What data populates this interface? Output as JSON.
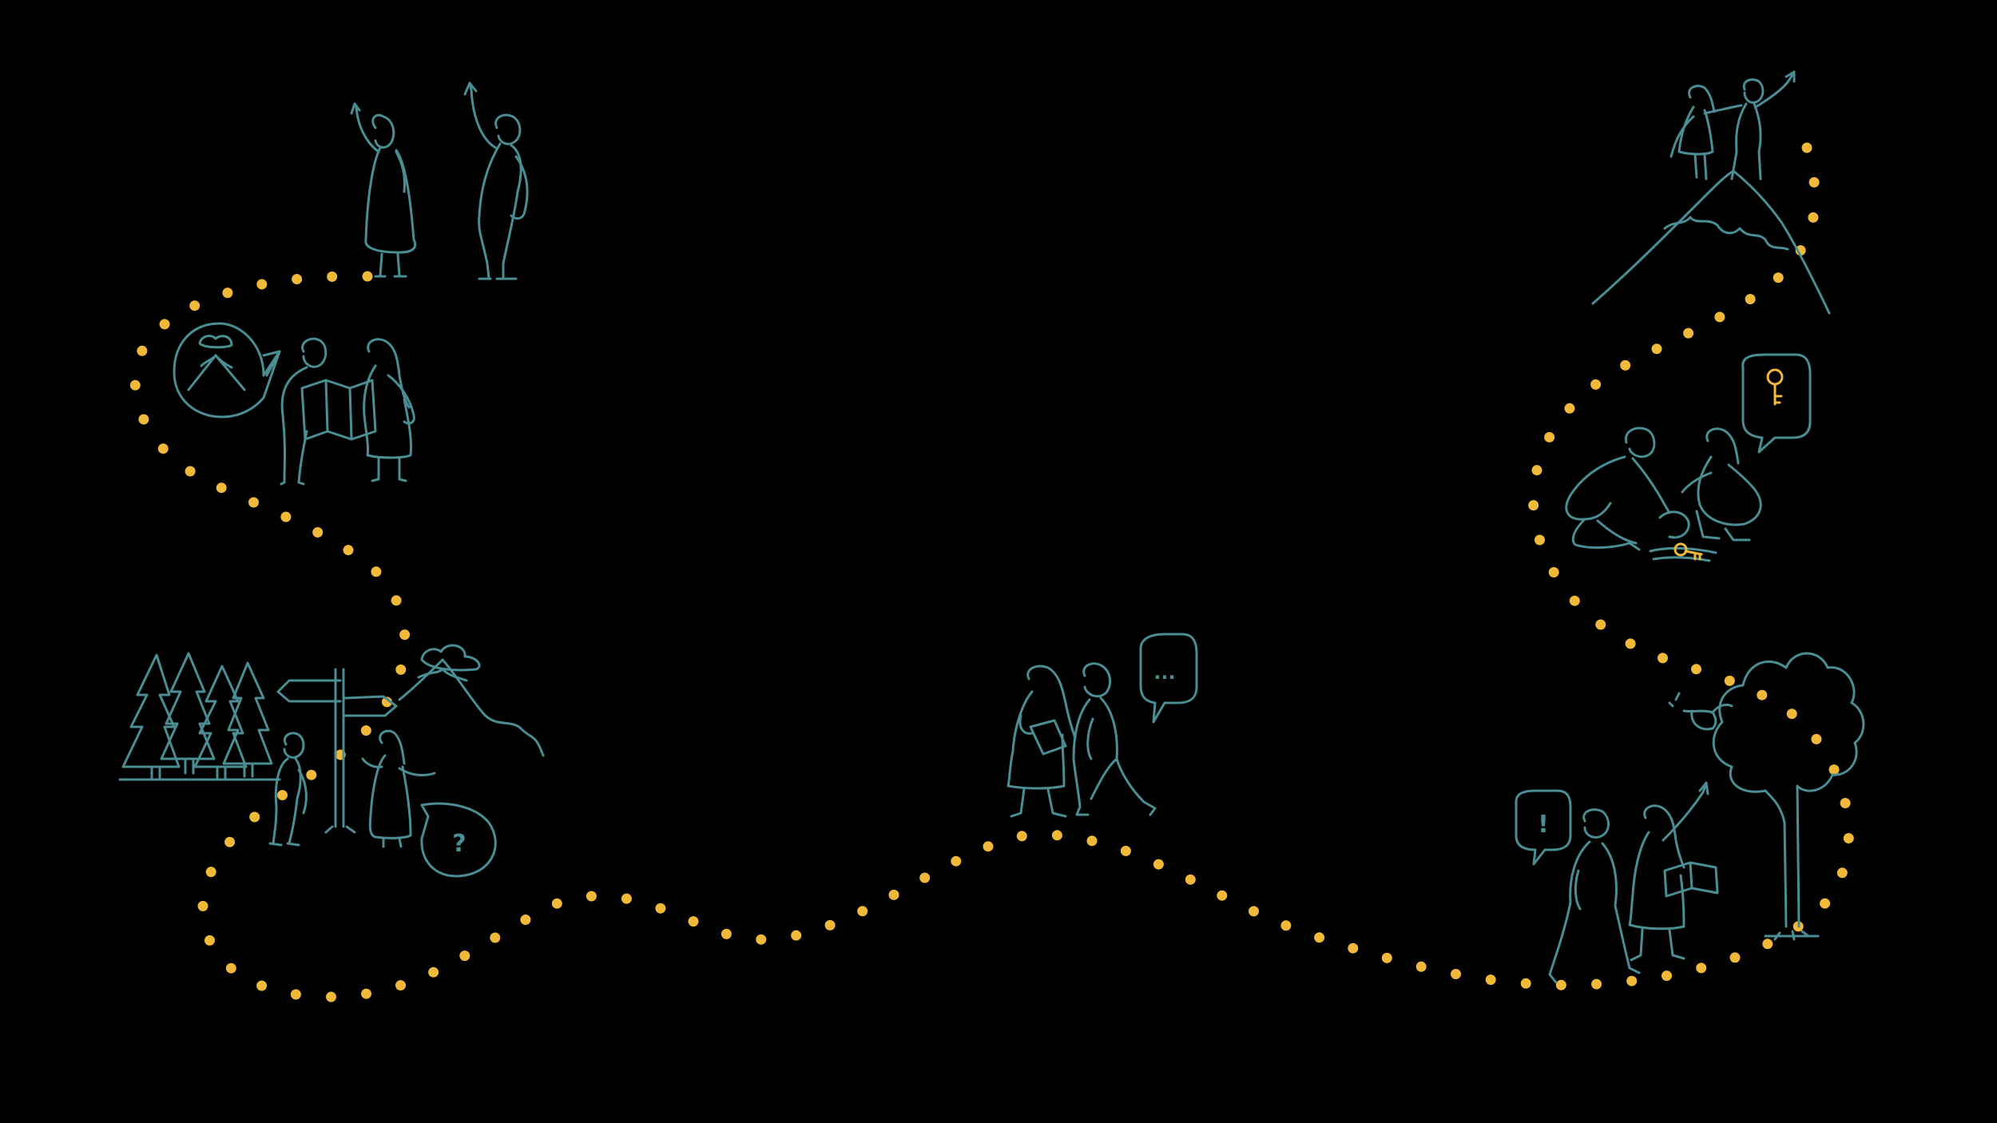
{
  "colors": {
    "background": "#000000",
    "ink": "#4A8E93",
    "path_dots": "#F0B93A",
    "key_accent": "#F0B93A"
  },
  "bubbles": {
    "question": "?",
    "talking": "...",
    "exclamation": "!"
  },
  "path": {
    "dot_count": 110
  },
  "scenes": [
    {
      "name": "start-wave",
      "icon": "waving-people-icon"
    },
    {
      "name": "map-reading",
      "icon": "mountain-thought-bubble-icon"
    },
    {
      "name": "crossroads",
      "icon": "signpost-icon"
    },
    {
      "name": "walking-together",
      "icon": "walking-people-icon"
    },
    {
      "name": "discovery",
      "icon": "exclamation-bubble-icon"
    },
    {
      "name": "finding-key",
      "icon": "key-icon"
    },
    {
      "name": "summit",
      "icon": "summit-icon"
    }
  ]
}
